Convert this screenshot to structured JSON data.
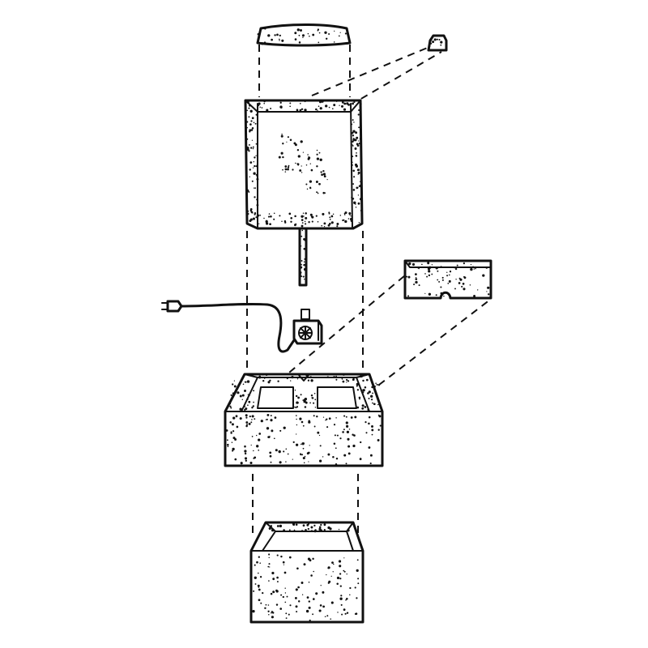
{
  "diagram": {
    "type": "exploded-assembly-drawing",
    "parts": [
      {
        "id": "top-cap",
        "icon": "cap-slab"
      },
      {
        "id": "small-cap-block",
        "icon": "small-block"
      },
      {
        "id": "upper-basin",
        "icon": "square-planter"
      },
      {
        "id": "riser-tube",
        "icon": "pipe"
      },
      {
        "id": "pump",
        "icon": "fan-pump"
      },
      {
        "id": "power-cord-plug",
        "icon": "plug"
      },
      {
        "id": "spillway-slab",
        "icon": "notched-slab"
      },
      {
        "id": "middle-basin",
        "icon": "twin-pocket-basin"
      },
      {
        "id": "lower-pedestal",
        "icon": "square-pedestal"
      }
    ],
    "colors": {
      "ink": "#111111",
      "paper": "#ffffff"
    }
  }
}
